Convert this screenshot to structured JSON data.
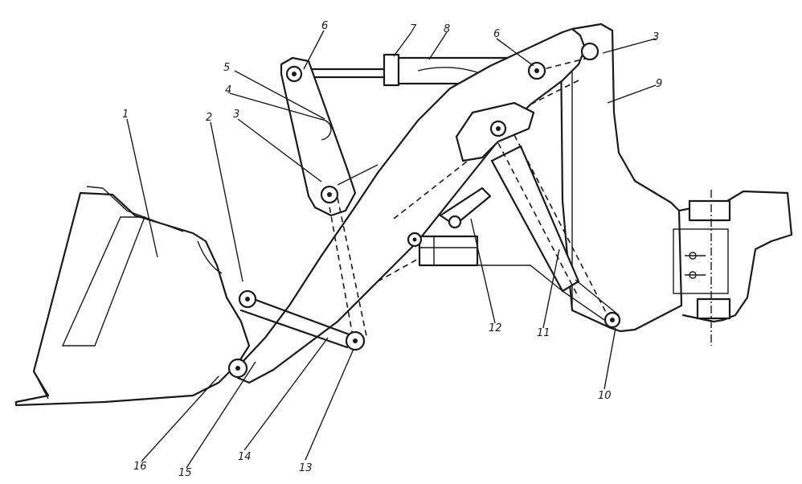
{
  "diagram": {
    "callouts": [
      {
        "id": "c1",
        "text": "1"
      },
      {
        "id": "c2",
        "text": "2"
      },
      {
        "id": "c3a",
        "text": "3"
      },
      {
        "id": "c3b",
        "text": "3"
      },
      {
        "id": "c4",
        "text": "4"
      },
      {
        "id": "c5",
        "text": "5"
      },
      {
        "id": "c6a",
        "text": "6"
      },
      {
        "id": "c6b",
        "text": "6"
      },
      {
        "id": "c7",
        "text": "7"
      },
      {
        "id": "c8",
        "text": "8"
      },
      {
        "id": "c9",
        "text": "9"
      },
      {
        "id": "c10",
        "text": "10"
      },
      {
        "id": "c11",
        "text": "11"
      },
      {
        "id": "c12",
        "text": "12"
      },
      {
        "id": "c13",
        "text": "13"
      },
      {
        "id": "c14",
        "text": "14"
      },
      {
        "id": "c15",
        "text": "15"
      },
      {
        "id": "c16",
        "text": "16"
      }
    ]
  }
}
